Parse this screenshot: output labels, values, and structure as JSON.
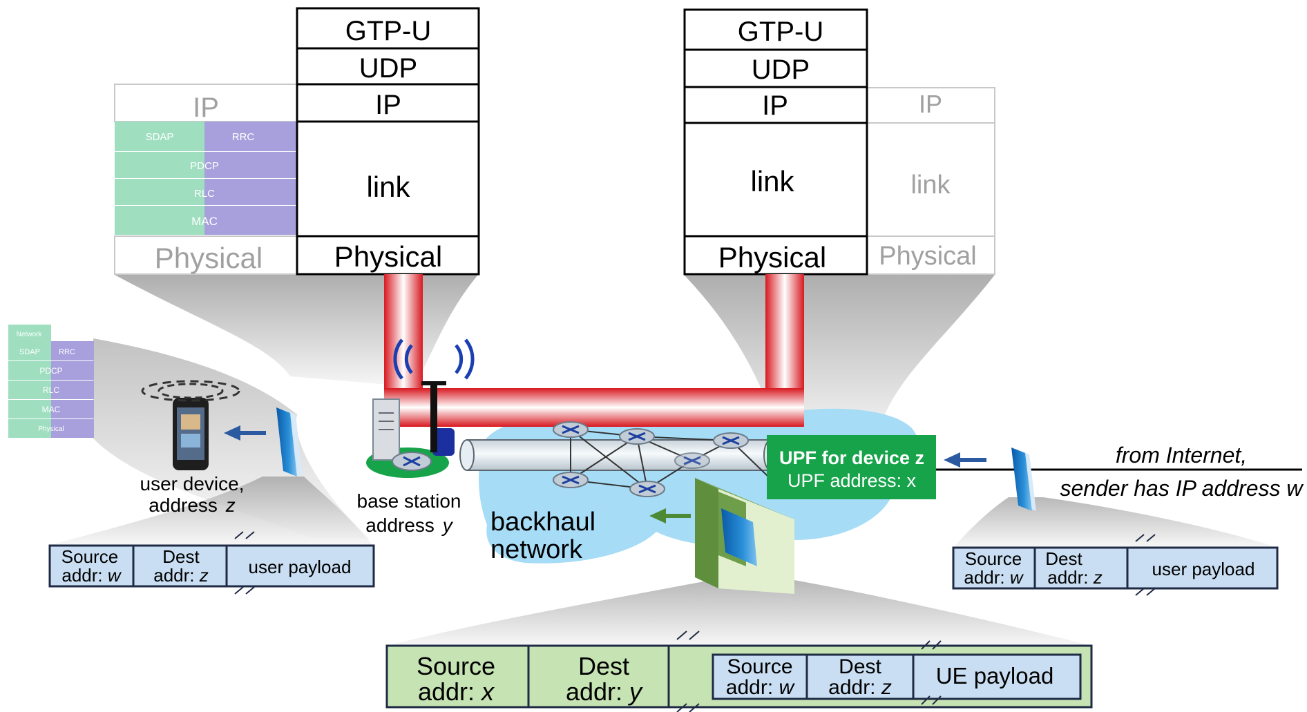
{
  "left_stack": {
    "main_layers": [
      "GTP-U",
      "UDP",
      "IP",
      "link",
      "Physical"
    ],
    "ghost_ip": "IP",
    "ghost_sdap": "SDAP",
    "ghost_rrc": "RRC",
    "ghost_pdcp": "PDCP",
    "ghost_rlc": "RLC",
    "ghost_mac": "MAC",
    "ghost_physical": "Physical"
  },
  "right_stack": {
    "main_layers": [
      "GTP-U",
      "UDP",
      "IP",
      "link",
      "Physical"
    ],
    "ghost_layers": [
      "IP",
      "link",
      "Physical"
    ]
  },
  "device_stack": {
    "network": "Network",
    "sdap": "SDAP",
    "rrc": "RRC",
    "pdcp": "PDCP",
    "rlc": "RLC",
    "mac": "MAC",
    "physical": "Physical"
  },
  "user_device": {
    "line1": "user device,",
    "line2_prefix": "address ",
    "line2_var": "z"
  },
  "base_station": {
    "line1": "base station",
    "line2_prefix": "address ",
    "line2_var": "y"
  },
  "backhaul": {
    "line1": "backhaul",
    "line2": "network"
  },
  "upf": {
    "title": "UPF for device z",
    "address": "UPF address: x"
  },
  "internet": {
    "line1": "from Internet,",
    "line2": "sender has IP address w"
  },
  "left_packet": {
    "src_label": "Source",
    "src_prefix": "addr: ",
    "src_var": "w",
    "dst_label": "Dest",
    "dst_prefix": "addr: ",
    "dst_var": "z",
    "payload": "user payload"
  },
  "right_packet": {
    "src_label": "Source",
    "src_prefix": "addr: ",
    "src_var": "w",
    "dst_label": "Dest",
    "dst_prefix": "addr: ",
    "dst_var": "z",
    "payload": "user payload"
  },
  "tunnel_packet": {
    "outer_src_label": "Source",
    "outer_src_prefix": "addr: ",
    "outer_src_var": "x",
    "outer_dst_label": "Dest",
    "outer_dst_prefix": "addr: ",
    "outer_dst_var": "y",
    "inner_src_label": "Source",
    "inner_src_prefix": "addr: ",
    "inner_src_var": "w",
    "inner_dst_label": "Dest",
    "inner_dst_prefix": "addr: ",
    "inner_dst_var": "z",
    "payload": "UE payload"
  },
  "colors": {
    "ran_green": "#9fdfc0",
    "ran_purple": "#a8a0dc",
    "upf_green": "#17a34a",
    "cloud_blue": "#a6dcf6",
    "packet_blue": "#c9def2",
    "packet_green": "#c6e3b3",
    "tunnel_red": "#d71920",
    "arrow_blue": "#2c5aa0",
    "arrow_green": "#4d8a35"
  }
}
